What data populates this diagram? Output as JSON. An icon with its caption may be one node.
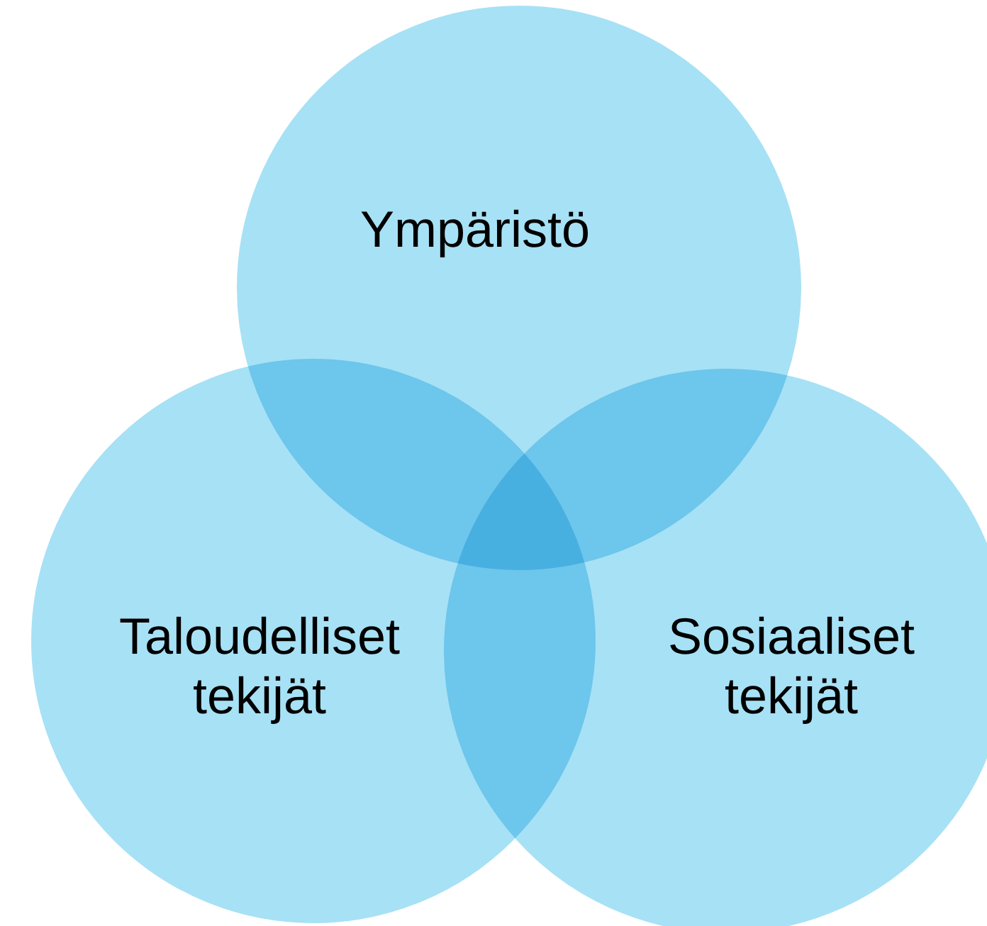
{
  "diagram": {
    "nodes": [
      {
        "text": [
          "Ympäristö"
        ]
      },
      {
        "text": [
          "Taloudelliset tekijät"
        ]
      },
      {
        "text": [
          "Sosiaaliset tekijät"
        ]
      }
    ]
  }
}
